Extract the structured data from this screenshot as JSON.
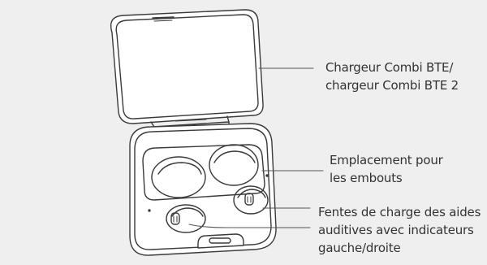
{
  "callouts": {
    "charger": {
      "line1": "Chargeur Combi BTE/",
      "line2": "chargeur Combi BTE 2"
    },
    "earpiece_slot": {
      "line1": "Emplacement pour",
      "line2": "les embouts"
    },
    "charging_slots": {
      "line1": "Fentes de charge des aides",
      "line2": "auditives avec indicateurs",
      "line3": "gauche/droite"
    }
  },
  "colors": {
    "background": "#efefef",
    "outline": "#3a3a3a",
    "case_fill": "#ffffff",
    "text": "#333333"
  }
}
